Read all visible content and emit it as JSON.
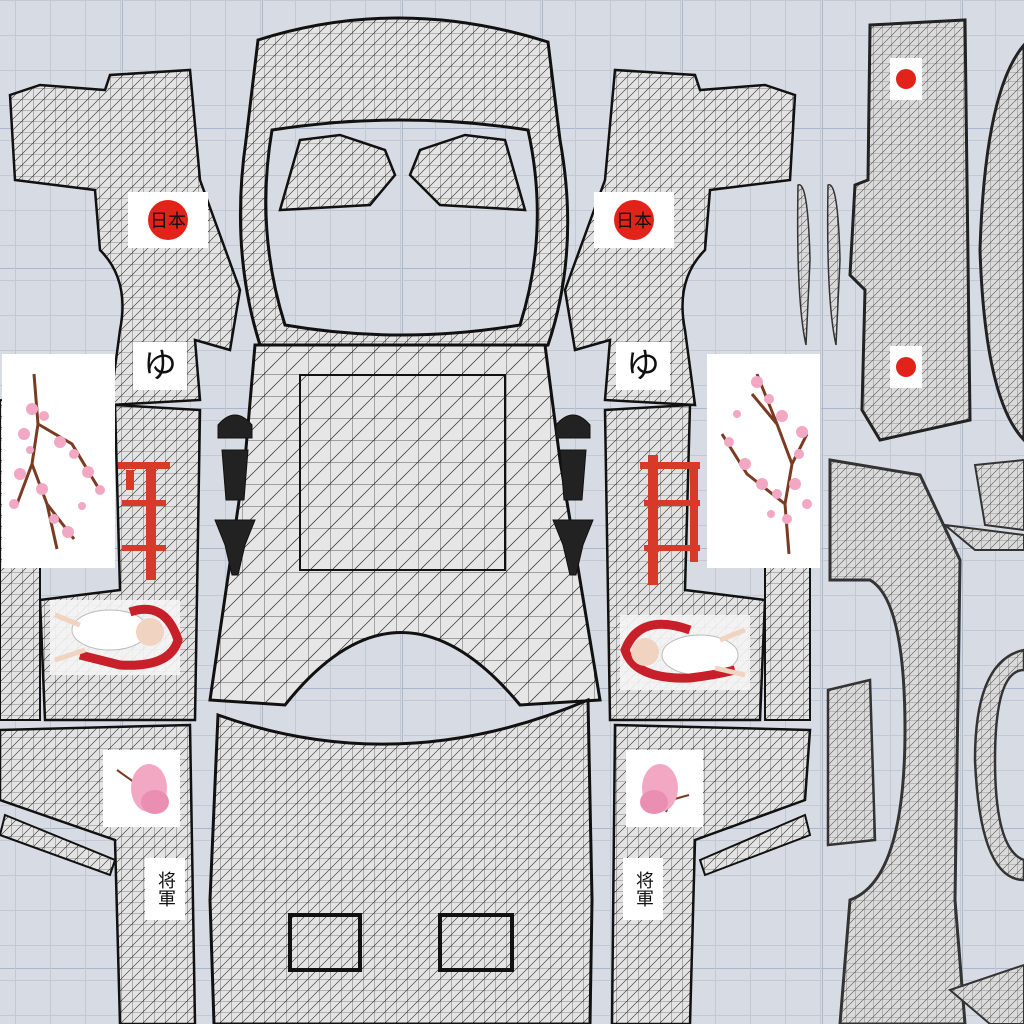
{
  "decals": {
    "kanji_top": "日本",
    "kanji_mid": "ゆ",
    "kanji_bottom": "将軍"
  },
  "colors": {
    "mesh_stroke": "#1a1a1a",
    "mesh_fill": "#e8e8e8",
    "rising_sun": "#e2231a",
    "torii": "#d83a2a",
    "blossom": "#f2a7c3",
    "branch": "#7a3b22",
    "hair": "#c8202a",
    "background": "#d7dbe3",
    "grid": "#aab6cc"
  },
  "icons": [
    "rising-sun-icon",
    "cherry-blossom-branch",
    "torii-gate-icon",
    "anime-girl-figure",
    "sakura-tree-icon"
  ]
}
